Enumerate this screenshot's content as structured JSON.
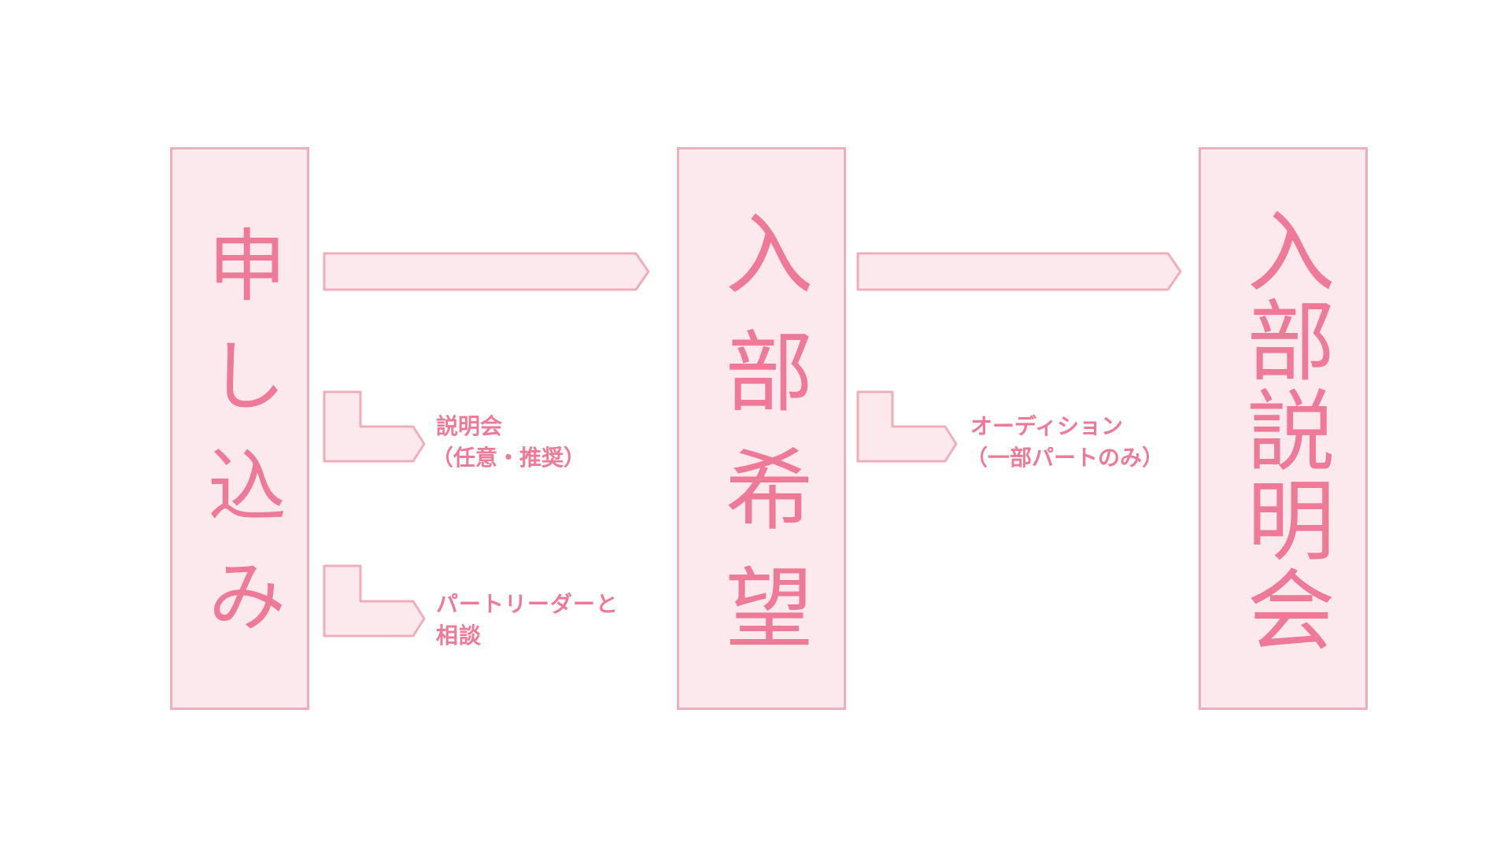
{
  "steps": [
    {
      "id": "step-1",
      "label": "申し込み"
    },
    {
      "id": "step-2",
      "label": "入部希望"
    },
    {
      "id": "step-3",
      "label": "入部説明会"
    }
  ],
  "notes": {
    "explanation_session": {
      "line1": "説明会",
      "line2": "（任意・推奨）"
    },
    "audition": {
      "line1": "オーディション",
      "line2": "（一部パートのみ）"
    },
    "part_leader": {
      "line1": "パートリーダーと",
      "line2": "相談"
    }
  },
  "colors": {
    "fill": "#fbe9ee",
    "stroke": "#eeaebb",
    "text": "#ee7a98",
    "background": "#ffffff"
  }
}
